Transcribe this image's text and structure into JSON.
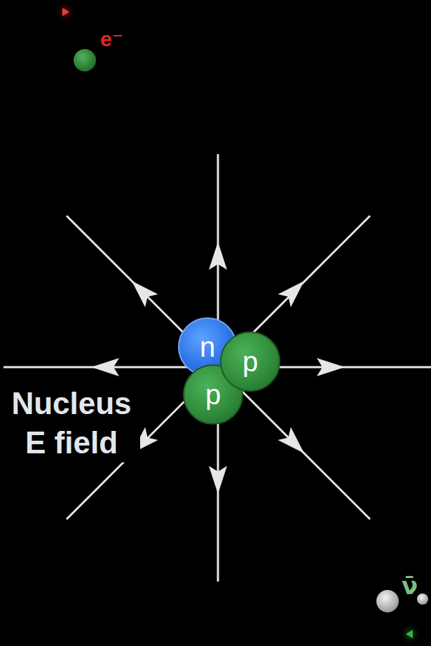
{
  "diagram": {
    "nodes": [
      {
        "text": [
          "n"
        ]
      },
      {
        "text": [
          "p"
        ]
      },
      {
        "text": [
          "p"
        ]
      }
    ],
    "labels": [
      "e⁻",
      "Nucleus E field",
      "ν̄"
    ]
  }
}
